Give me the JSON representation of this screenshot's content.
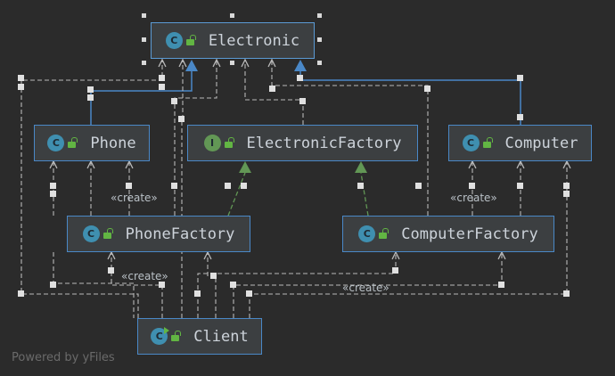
{
  "diagram": {
    "nodes": {
      "electronic": {
        "name": "Electronic",
        "kind": "class",
        "badge": "C"
      },
      "phone": {
        "name": "Phone",
        "kind": "class",
        "badge": "C"
      },
      "electronic_factory": {
        "name": "ElectronicFactory",
        "kind": "interface",
        "badge": "I"
      },
      "computer": {
        "name": "Computer",
        "kind": "class",
        "badge": "C"
      },
      "phone_factory": {
        "name": "PhoneFactory",
        "kind": "class",
        "badge": "C"
      },
      "computer_factory": {
        "name": "ComputerFactory",
        "kind": "class",
        "badge": "C"
      },
      "client": {
        "name": "Client",
        "kind": "class",
        "badge": "C"
      }
    },
    "stereotype_labels": {
      "phone_create": "«create»",
      "computer_create": "«create»",
      "client_phone_create": "«create»",
      "client_computer_create": "«create»"
    },
    "colors": {
      "background": "#2b2b2b",
      "node_fill": "#3c3f41",
      "node_border": "#4a88c7",
      "inheritance": "#4a88c7",
      "realization": "#629755",
      "dependency": "#b9b9b9"
    }
  },
  "footer": {
    "watermark": "Powered by yFiles"
  }
}
